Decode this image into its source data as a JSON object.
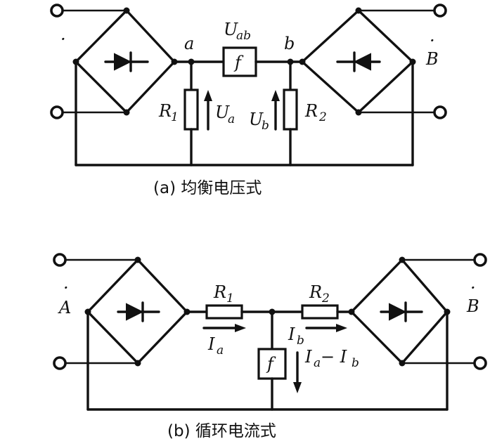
{
  "diagram_a": {
    "caption": "(a) 均衡电压式",
    "node_a": "a",
    "node_b": "b",
    "terminal_a_dot": "·",
    "terminal_b": "B",
    "terminal_b_dot": "·",
    "relay_box": "f",
    "u_ab": "U",
    "u_ab_sub": "ab",
    "r1": "R",
    "r1_sub": "1",
    "r2": "R",
    "r2_sub": "2",
    "u_a": "U",
    "u_a_sub": "a",
    "u_b": "U",
    "u_b_sub": "b"
  },
  "diagram_b": {
    "caption": "(b) 循环电流式",
    "terminal_a": "A",
    "terminal_a_dot": "·",
    "terminal_b": "B",
    "terminal_b_dot": "·",
    "relay_box": "f",
    "r1": "R",
    "r1_sub": "1",
    "r2": "R",
    "r2_sub": "2",
    "i_a": "I",
    "i_a_sub": "a",
    "i_b": "I",
    "i_b_sub": "b",
    "i_diff": "I",
    "i_diff_sub1": "a",
    "i_diff_minus": " − I",
    "i_diff_sub2": "b"
  }
}
